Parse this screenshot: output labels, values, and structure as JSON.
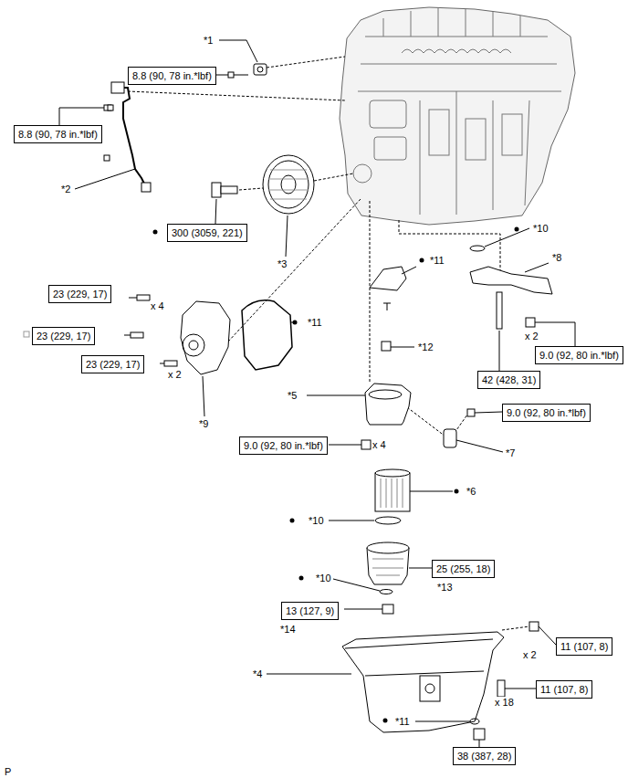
{
  "diagram": {
    "nodes": [
      {
        "text": [
          "8.8 (90, 78 in.*lbf)"
        ]
      },
      {
        "text": [
          "8.8 (90, 78 in.*lbf)"
        ]
      },
      {
        "text": [
          "300 (3059, 221)"
        ]
      },
      {
        "text": [
          "23 (229, 17)"
        ]
      },
      {
        "text": [
          "23 (229, 17)"
        ]
      },
      {
        "text": [
          "23 (229, 17)"
        ]
      },
      {
        "text": [
          "9.0 (92, 80 in.*lbf)"
        ]
      },
      {
        "text": [
          "42 (428, 31)"
        ]
      },
      {
        "text": [
          "9.0 (92, 80 in.*lbf)"
        ]
      },
      {
        "text": [
          "9.0 (92, 80 in.*lbf)"
        ]
      },
      {
        "text": [
          "25 (255, 18)"
        ]
      },
      {
        "text": [
          "13 (127, 9)"
        ]
      },
      {
        "text": [
          "11 (107, 8)"
        ]
      },
      {
        "text": [
          "11 (107, 8)"
        ]
      },
      {
        "text": [
          "38 (387, 28)"
        ]
      }
    ],
    "labels": [
      "*1",
      "*2",
      "*3",
      "x 4",
      "x 2",
      "*9",
      "*11",
      "*11",
      "*10",
      "*8",
      "x 2",
      "*12",
      "*5",
      "x 4",
      "*7",
      "*6",
      "*10",
      "*13",
      "*10",
      "*14",
      "*4",
      "x 2",
      "x 18",
      "*11",
      "P"
    ]
  }
}
